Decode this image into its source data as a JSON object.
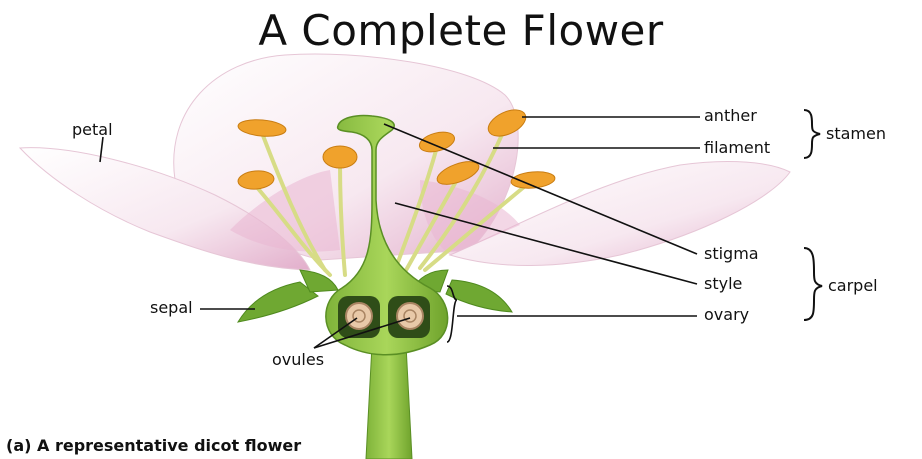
{
  "title": "A Complete Flower",
  "caption": "(a) A representative  dicot flower",
  "labels": {
    "petal": "petal",
    "sepal": "sepal",
    "ovules": "ovules",
    "anther": "anther",
    "filament": "filament",
    "stamen": "stamen",
    "stigma": "stigma",
    "style": "style",
    "ovary": "ovary",
    "carpel": "carpel"
  },
  "colors": {
    "petal_fill": "#f6e6ef",
    "petal_shade": "#e6b8d0",
    "green": "#8cc63f",
    "dark_green": "#4f8a1e",
    "anther": "#f0a22c",
    "filament": "#dbe08a",
    "ovule": "#e8c9a8",
    "leader_line": "#111111"
  }
}
